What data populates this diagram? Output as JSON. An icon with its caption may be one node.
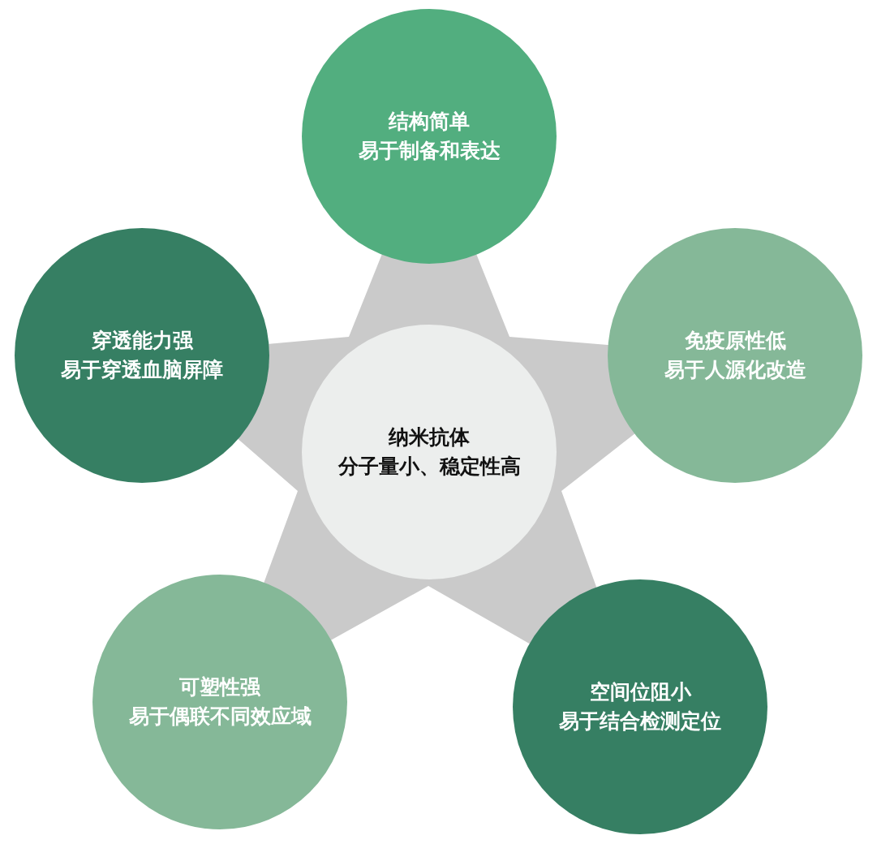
{
  "diagram": {
    "nodes": [
      {
        "text": [],
        "shape": "star"
      },
      {
        "text": [
          "结构简单",
          "易于制备和表达"
        ]
      },
      {
        "text": [
          "穿透能力强",
          "易于穿透血脑屏障"
        ]
      },
      {
        "text": [
          "免疫原性低",
          "易于人源化改造"
        ]
      },
      {
        "text": [
          "纳米抗体",
          "分子量小、稳定性高"
        ],
        "in": 0
      },
      {
        "text": [
          "可塑性强",
          "易于偶联不同效应域"
        ]
      },
      {
        "text": [
          "空间位阻小",
          "易于结合检测定位"
        ]
      }
    ]
  }
}
